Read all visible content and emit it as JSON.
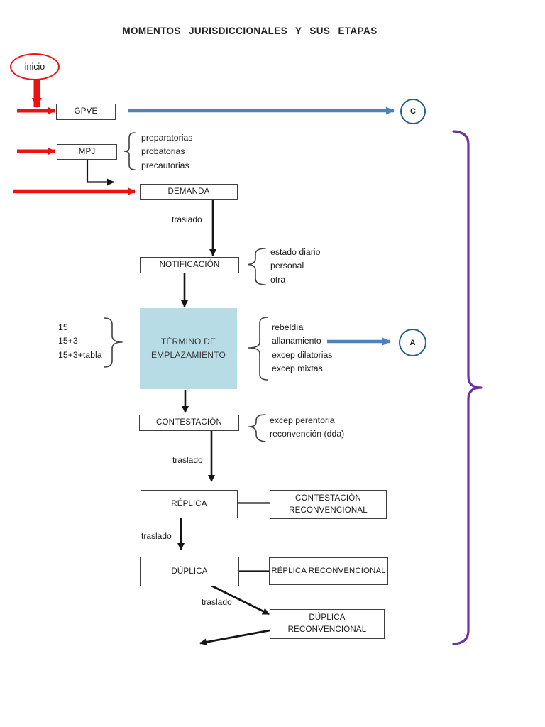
{
  "title": "MOMENTOS JURISDICCIONALES Y SUS ETAPAS",
  "colors": {
    "red": "#ee1111",
    "blue_arrow": "#4f81bd",
    "circle_border": "#255e91",
    "purple_brace": "#7030a0",
    "box_border": "#3f3f3f",
    "termino_fill": "#b8dce6",
    "text": "#1a1a1a"
  },
  "start": {
    "label": "inicio"
  },
  "boxes": {
    "gpve": "GPVE",
    "mpj": "MPJ",
    "demanda": "DEMANDA",
    "notificacion": "NOTIFICACIÓN",
    "termino": {
      "line1": "TÉRMINO DE",
      "line2": "EMPLAZAMIENTO"
    },
    "contestacion": "CONTESTACIÓN",
    "replica": "RÉPLICA",
    "contestacion_reconvencional": {
      "line1": "CONTESTACIÓN",
      "line2": "RECONVENCIONAL"
    },
    "duplica": "DÚPLICA",
    "replica_reconvencional": "RÉPLICA RECONVENCIONAL",
    "duplica_reconvencional": {
      "line1": "DÚPLICA",
      "line2": "RECONVENCIONAL"
    }
  },
  "connector_circles": {
    "c": "C",
    "a": "A"
  },
  "traslado_labels": [
    "traslado",
    "traslado",
    "traslado",
    "traslado"
  ],
  "annotations": {
    "mpj_items": [
      "preparatorias",
      "probatorias",
      "precautorias"
    ],
    "notificacion_items": [
      "estado diario",
      "personal",
      "otra"
    ],
    "termino_plazos": [
      "15",
      "15+3",
      "15+3+tabla"
    ],
    "termino_actitudes": [
      "rebeldía",
      "allanamiento",
      "excep dilatorias",
      "excep mixtas"
    ],
    "contestacion_items": [
      "excep perentoria",
      "reconvención (dda)"
    ]
  }
}
